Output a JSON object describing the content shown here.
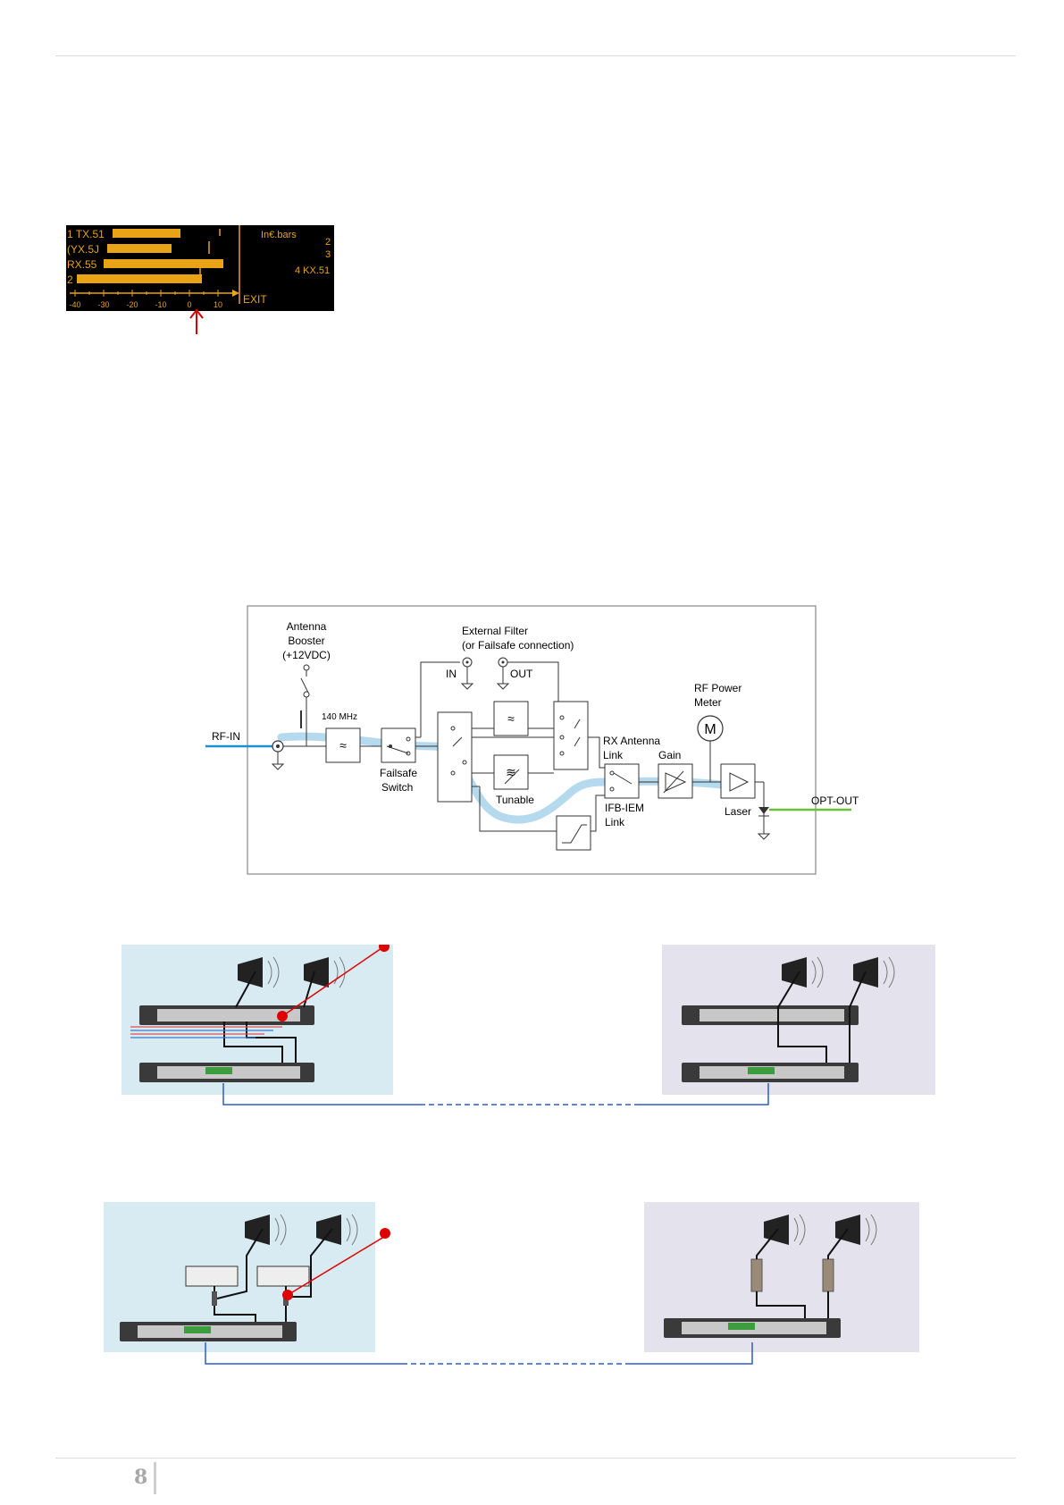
{
  "lcd": {
    "channels": [
      {
        "label": "1 TX.51",
        "level": 0.38
      },
      {
        "label": "(YX.5J",
        "level": 0.33
      },
      {
        "label": "RX.55",
        "level": 0.52
      },
      {
        "label": "2",
        "level": 0.56
      }
    ],
    "right_labels": [
      "In€.bars",
      "2",
      "3",
      "4 KX.51"
    ],
    "scale_ticks": [
      "-40",
      "-30",
      "-20",
      "-10",
      "0",
      "10"
    ],
    "exit_label": "EXIT",
    "colors": {
      "background": "#000000",
      "bar": "#e8a317",
      "arrow": "#e00000"
    }
  },
  "block_diagram": {
    "rf_in": "RF-IN",
    "opt_out": "OPT-OUT",
    "antenna_booster": [
      "Antenna",
      "Booster",
      "(+12VDC)"
    ],
    "filter_140": "140 MHz",
    "failsafe_switch": [
      "Failsafe",
      "Switch"
    ],
    "external_filter": [
      "External Filter",
      "(or Failsafe connection)"
    ],
    "in_label": "IN",
    "out_label": "OUT",
    "tunable": "Tunable",
    "rf_power_meter": [
      "RF Power",
      "Meter"
    ],
    "meter_symbol": "M",
    "rx_antenna_link": [
      "RX Antenna",
      "Link"
    ],
    "gain": "Gain",
    "ifb_iem_link": [
      "IFB-IEM",
      "Link"
    ],
    "laser": "Laser",
    "colors": {
      "rf_in_line": "#1b8fd1",
      "opt_out_line": "#6cbf3a",
      "signal_path": "#a9d3ea"
    }
  },
  "scenes": {
    "colors": {
      "left_bg": "#d8ebf2",
      "right_bg": "#e4e2ec",
      "link_line": "#2a5ec9",
      "marker": "#e00000"
    }
  },
  "page_number": "8"
}
